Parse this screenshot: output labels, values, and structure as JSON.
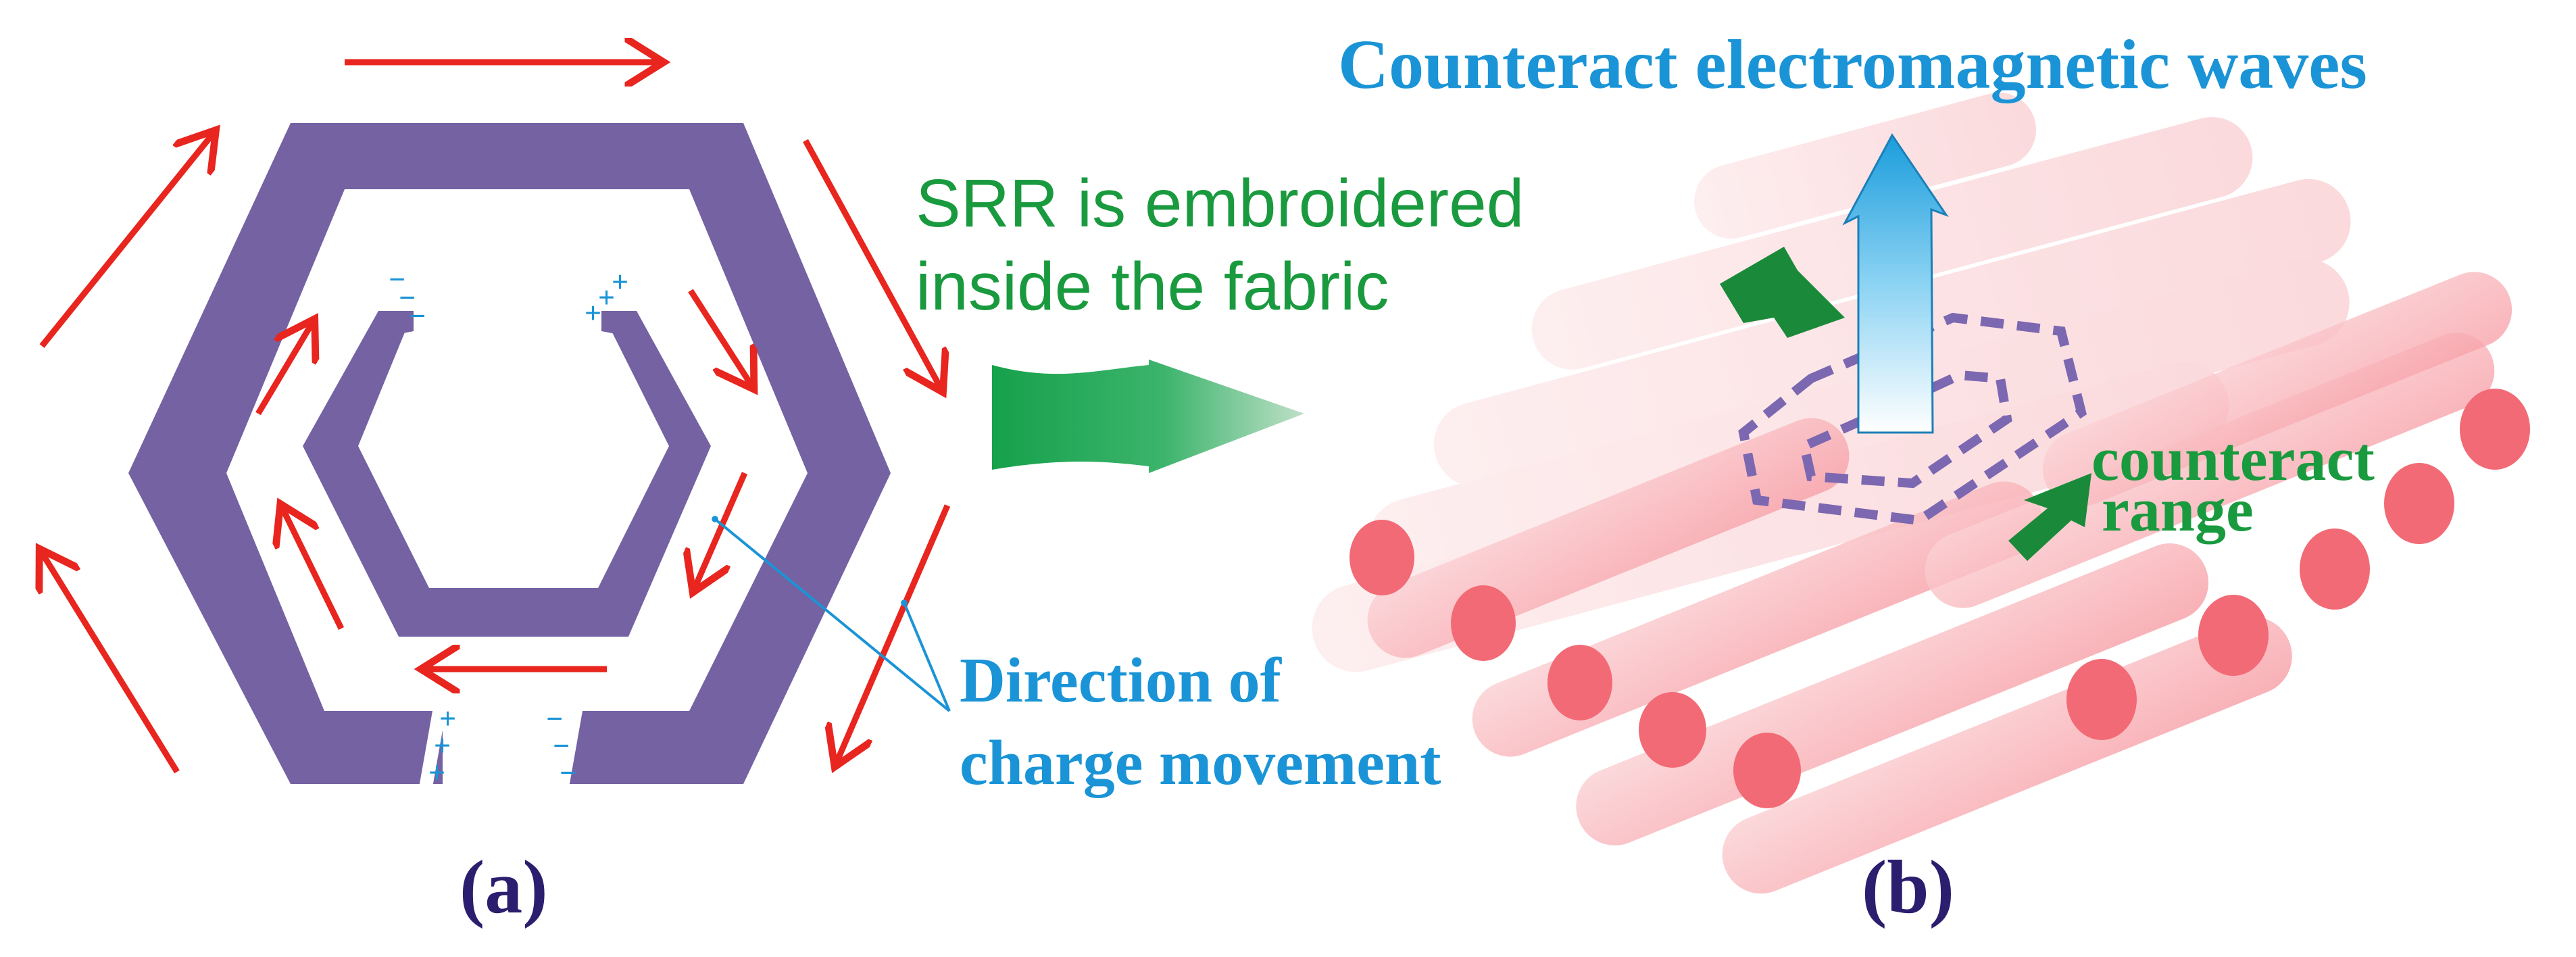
{
  "panel_a": {
    "caption": "(a)",
    "label_direction_line1": "Direction of",
    "label_direction_line2": "charge movement",
    "charge_plus": "+",
    "charge_minus": "−"
  },
  "panel_b": {
    "caption": "(b)",
    "title": "Counteract electromagnetic waves",
    "label_srr_line1": "SRR is embroidered",
    "label_srr_line2": "inside the fabric",
    "label_counteract_line1": "counteract",
    "label_counteract_line2": "range"
  },
  "colors": {
    "ring": "#7462a3",
    "arrow_red": "#e8251e",
    "text_green": "#1a9a3e",
    "text_blue": "#1a94d6",
    "caption": "#2b1e6e",
    "fabric": "#f47d86",
    "dashed": "#7c67b1"
  }
}
